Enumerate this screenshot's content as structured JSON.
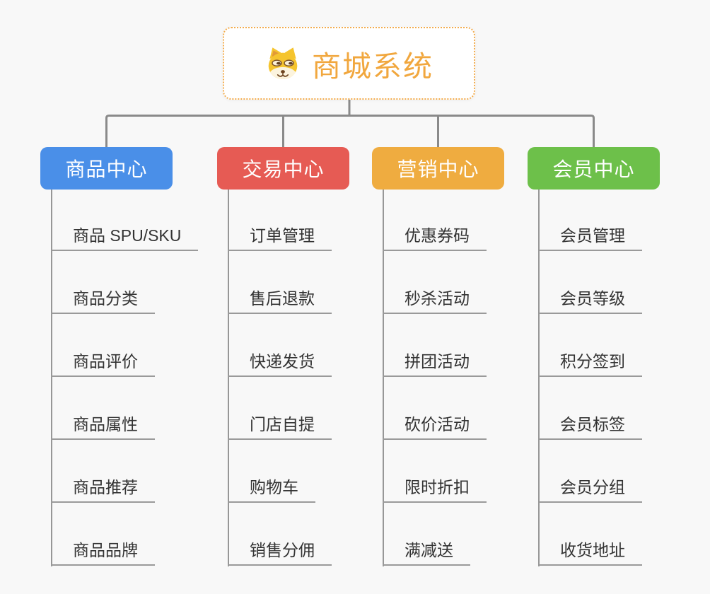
{
  "canvas": {
    "background_color": "#F8F8F8",
    "connector_color": "#8A8A8A",
    "leaf_line_color": "#9A9A9A",
    "leaf_text_color": "#333333"
  },
  "root": {
    "label": "商城系统",
    "icon": "shiba-dog-icon",
    "text_color": "#F1A73E",
    "border_color": "#F3AC4D"
  },
  "branches": [
    {
      "label": "商品中心",
      "color": "#4A8FE8",
      "text_color": "#FFFFFF",
      "items": [
        "商品 SPU/SKU",
        "商品分类",
        "商品评价",
        "商品属性",
        "商品推荐",
        "商品品牌"
      ]
    },
    {
      "label": "交易中心",
      "color": "#E65B54",
      "text_color": "#FFFFFF",
      "items": [
        "订单管理",
        "售后退款",
        "快递发货",
        "门店自提",
        "购物车",
        "销售分佣"
      ]
    },
    {
      "label": "营销中心",
      "color": "#EFAC40",
      "text_color": "#FFFFFF",
      "items": [
        "优惠券码",
        "秒杀活动",
        "拼团活动",
        "砍价活动",
        "限时折扣",
        "满减送"
      ]
    },
    {
      "label": "会员中心",
      "color": "#6DC04A",
      "text_color": "#FFFFFF",
      "items": [
        "会员管理",
        "会员等级",
        "积分签到",
        "会员标签",
        "会员分组",
        "收货地址"
      ]
    }
  ]
}
